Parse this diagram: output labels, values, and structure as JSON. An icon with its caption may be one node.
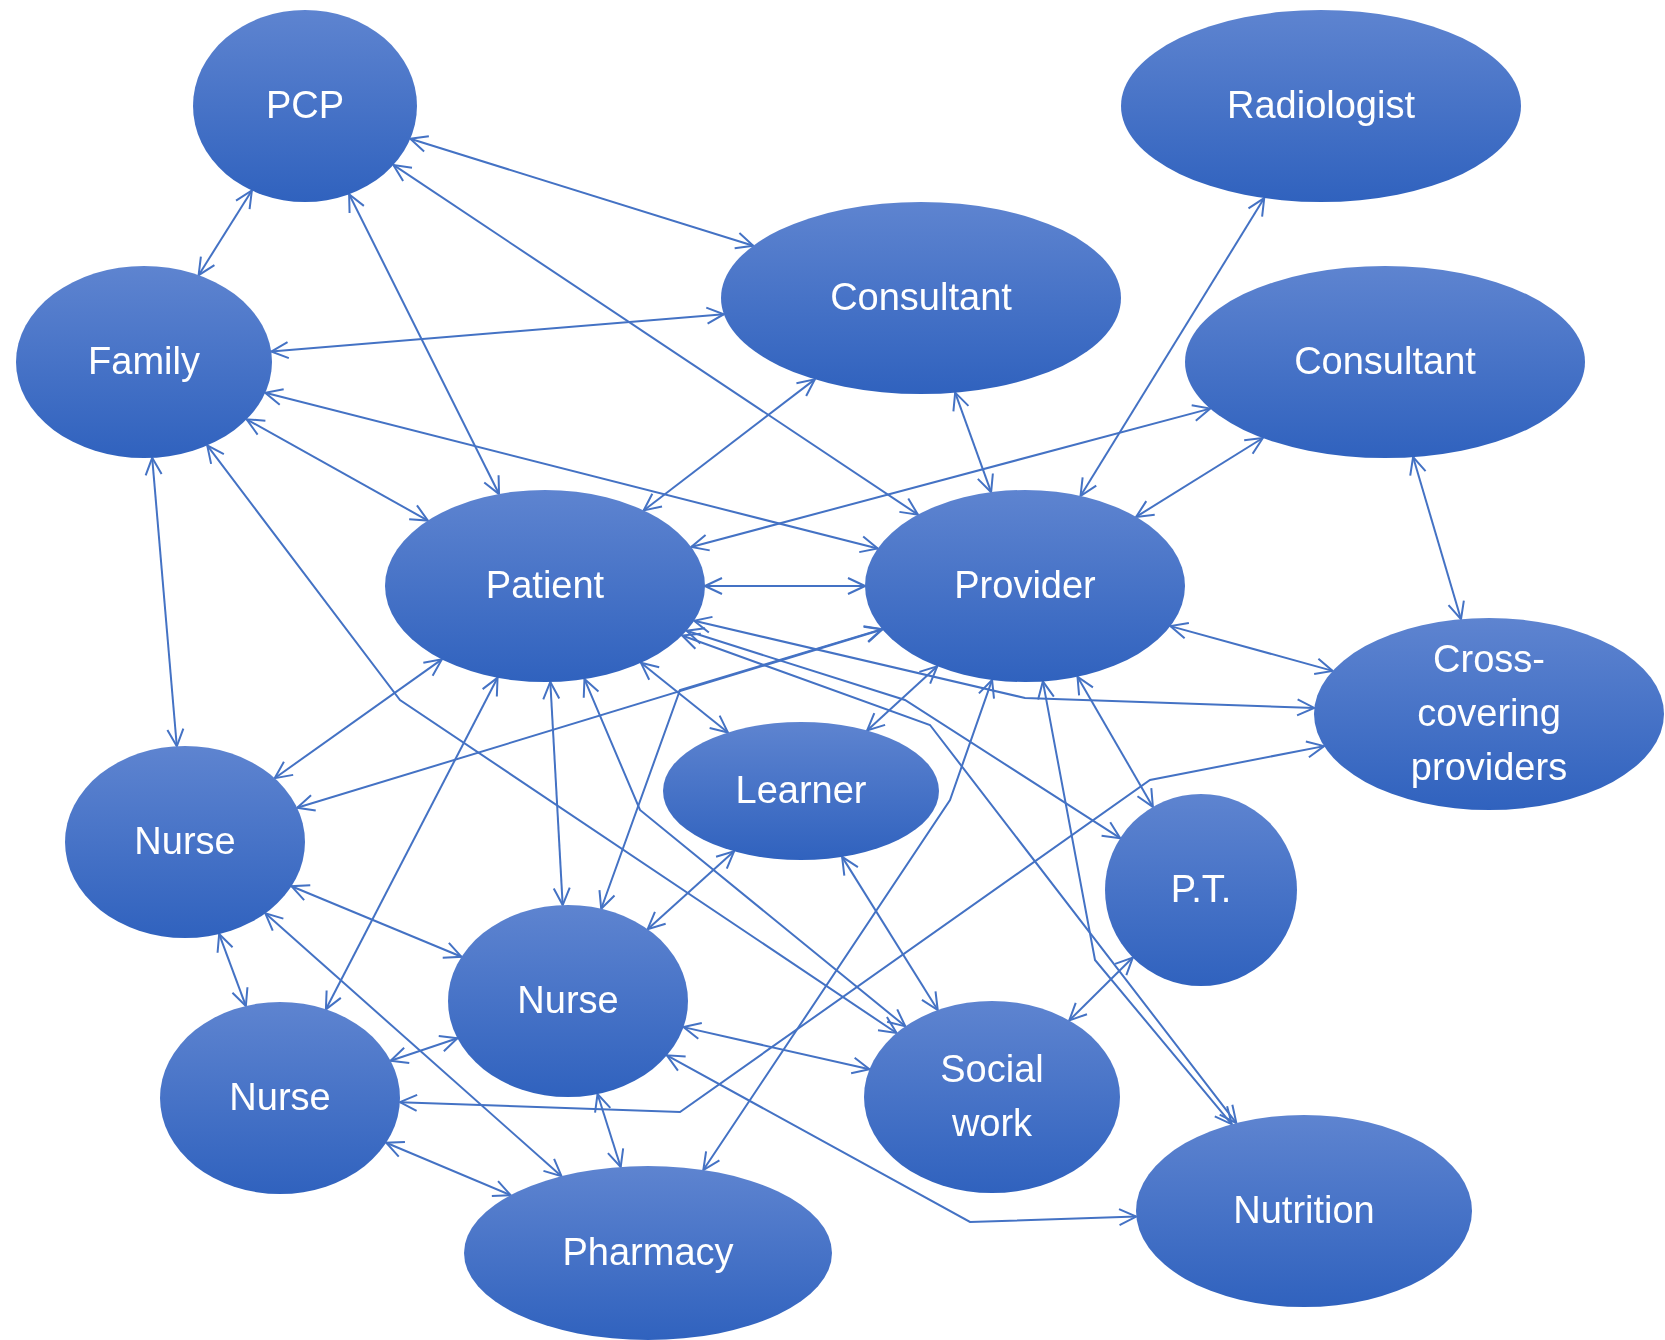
{
  "diagram": {
    "nodes": [
      {
        "text": [
          "PCP"
        ]
      },
      {
        "text": [
          "Radiologist"
        ]
      },
      {
        "text": [
          "Consultant"
        ]
      },
      {
        "text": [
          "Family"
        ]
      },
      {
        "text": [
          "Consultant"
        ]
      },
      {
        "text": [
          "Patient"
        ]
      },
      {
        "text": [
          "Provider"
        ]
      },
      {
        "text": [
          "Cross-covering providers"
        ]
      },
      {
        "text": [
          "Nurse"
        ]
      },
      {
        "text": [
          "Learner"
        ]
      },
      {
        "text": [
          "P.T."
        ]
      },
      {
        "text": [
          "Nurse"
        ]
      },
      {
        "text": [
          "Nurse"
        ]
      },
      {
        "text": [
          "Social work"
        ]
      },
      {
        "text": [
          "Pharmacy"
        ]
      },
      {
        "text": [
          "Nutrition"
        ]
      }
    ],
    "edges": [
      {
        "from": 0,
        "to": 2,
        "arrow": "both"
      },
      {
        "from": 0,
        "to": 3,
        "arrow": "both"
      },
      {
        "from": 0,
        "to": 5,
        "arrow": "both"
      },
      {
        "from": 0,
        "to": 6,
        "arrow": "both"
      },
      {
        "from": 3,
        "to": 2,
        "arrow": "both"
      },
      {
        "from": 3,
        "to": 6,
        "arrow": "both"
      },
      {
        "from": 3,
        "to": 5,
        "arrow": "both"
      },
      {
        "from": 3,
        "to": 8,
        "arrow": "both"
      },
      {
        "from": 3,
        "to": 13,
        "arrow": "both"
      },
      {
        "from": 2,
        "to": 5,
        "arrow": "both"
      },
      {
        "from": 2,
        "to": 6,
        "arrow": "both"
      },
      {
        "from": 1,
        "to": 6,
        "arrow": "both"
      },
      {
        "from": 4,
        "to": 5,
        "arrow": "both"
      },
      {
        "from": 4,
        "to": 6,
        "arrow": "both"
      },
      {
        "from": 4,
        "to": 7,
        "arrow": "both"
      },
      {
        "from": 5,
        "to": 6,
        "arrow": "both"
      },
      {
        "from": 5,
        "to": 7,
        "arrow": "both"
      },
      {
        "from": 6,
        "to": 7,
        "arrow": "both"
      },
      {
        "from": 6,
        "to": 8,
        "arrow": "both"
      },
      {
        "from": 5,
        "to": 8,
        "arrow": "both"
      },
      {
        "from": 5,
        "to": 12,
        "arrow": "both"
      },
      {
        "from": 5,
        "to": 11,
        "arrow": "both"
      },
      {
        "from": 5,
        "to": 9,
        "arrow": "both"
      },
      {
        "from": 5,
        "to": 13,
        "arrow": "both"
      },
      {
        "from": 5,
        "to": 15,
        "arrow": "both"
      },
      {
        "from": 9,
        "to": 13,
        "arrow": "both"
      },
      {
        "from": 6,
        "to": 11,
        "arrow": "both"
      },
      {
        "from": 9,
        "to": 11,
        "arrow": "both"
      },
      {
        "from": 9,
        "to": 6,
        "arrow": "both"
      },
      {
        "from": 6,
        "to": 14,
        "arrow": "both"
      },
      {
        "from": 5,
        "to": 10,
        "arrow": "both"
      },
      {
        "from": 6,
        "to": 10,
        "arrow": "both"
      },
      {
        "from": 6,
        "to": 15,
        "arrow": "both"
      },
      {
        "from": 7,
        "to": 12,
        "arrow": "both"
      },
      {
        "from": 8,
        "to": 11,
        "arrow": "both"
      },
      {
        "from": 8,
        "to": 14,
        "arrow": "both"
      },
      {
        "from": 8,
        "to": 12,
        "arrow": "both"
      },
      {
        "from": 11,
        "to": 12,
        "arrow": "both"
      },
      {
        "from": 11,
        "to": 14,
        "arrow": "both"
      },
      {
        "from": 12,
        "to": 14,
        "arrow": "both"
      },
      {
        "from": 11,
        "to": 13,
        "arrow": "both"
      },
      {
        "from": 11,
        "to": 15,
        "arrow": "both"
      },
      {
        "from": 13,
        "to": 10,
        "arrow": "both"
      }
    ]
  }
}
